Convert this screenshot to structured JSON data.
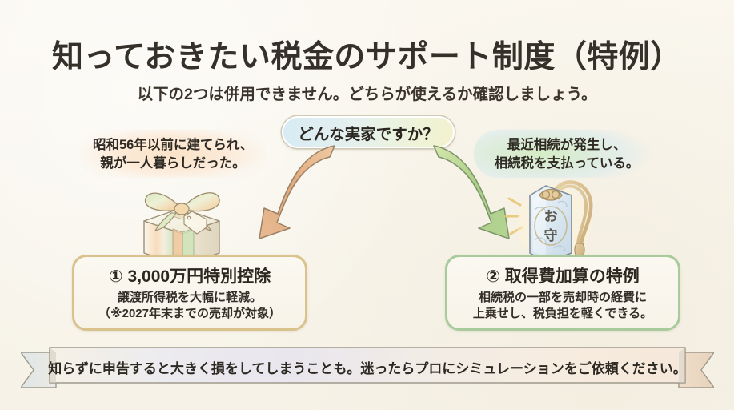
{
  "header": {
    "title": "知っておきたい税金のサポート制度（特例）",
    "subtitle": "以下の2つは併用できません。どちらが使えるか確認しましょう。"
  },
  "question": {
    "label": "どんな実家ですか？"
  },
  "branches": {
    "left": {
      "condition_line1": "昭和56年以前に建てられ、",
      "condition_line2": "親が一人暮らしだった。",
      "arrow_name": "arrow-down-left",
      "arrow_color": "#e0a878",
      "illustration": "gift-box-illustration"
    },
    "right": {
      "condition_line1": "最近相続が発生し、",
      "condition_line2": "相続税を支払っている。",
      "arrow_name": "arrow-down-right",
      "arrow_color": "#a9cf86",
      "illustration": "omamori-charm-illustration",
      "omamori_text": "お守"
    }
  },
  "cards": [
    {
      "title": "① 3,000万円特別控除",
      "desc_line1": "譲渡所得税を大幅に軽減。",
      "desc_line2": "（※2027年末までの売却が対象）",
      "border_color": "#d9c28c"
    },
    {
      "title": "② 取得費加算の特例",
      "desc_line1": "相続税の一部を売却時の経費に",
      "desc_line2": "上乗せし、税負担を軽くできる。",
      "border_color": "#a9cb9b"
    }
  ],
  "ribbon": {
    "text": "知らずに申告すると大きく損をしてしまうことも。迷ったらプロにシミュレーションをご依頼ください。"
  },
  "colors": {
    "background": "#f8f5ec",
    "text": "#2e2a23",
    "accent_warm": "#d9c28c",
    "accent_green": "#a9cb9b"
  }
}
